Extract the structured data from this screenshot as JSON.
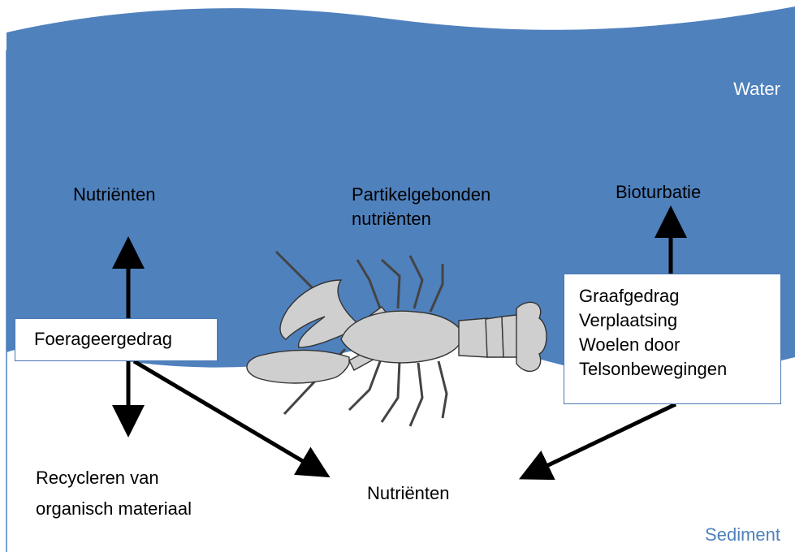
{
  "colors": {
    "water": "#4f81bd",
    "sediment_text": "#4f81bd",
    "box_border": "#4a78b5",
    "arrow": "#000000"
  },
  "zones": {
    "water": "Water",
    "sediment": "Sediment"
  },
  "labels": {
    "nutrients_top": "Nutriënten",
    "particle_bound_1": "Partikelgebonden",
    "particle_bound_2": "nutriënten",
    "bioturbation": "Bioturbatie",
    "recycling_1": "Recycleren van",
    "recycling_2": "organisch materiaal",
    "nutrients_bottom": "Nutriënten"
  },
  "boxes": {
    "foraging": "Foerageergedrag",
    "behaviours": [
      "Graafgedrag",
      "Verplaatsing",
      "Woelen door",
      "Telsonbewegingen"
    ]
  },
  "icons": {
    "crayfish": "crayfish-illustration"
  }
}
